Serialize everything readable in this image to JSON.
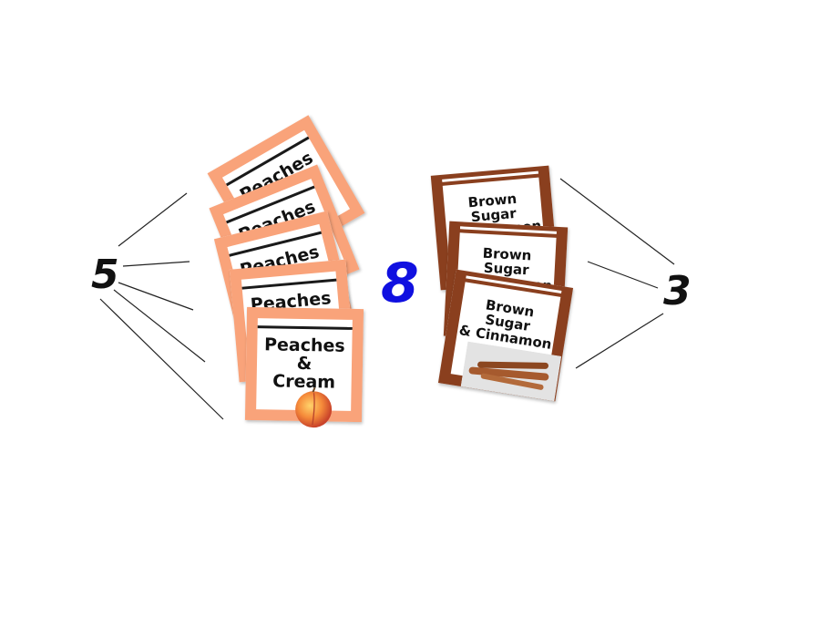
{
  "labels": {
    "left_count": "5",
    "total": "8",
    "right_count": "3"
  },
  "packets": {
    "peach": [
      "Peaches &",
      "Peaches &",
      "Peaches &",
      "Peaches &",
      "Peaches &\nCream"
    ],
    "brown": [
      "Brown Sugar\n& Cinnamon",
      "Brown Sugar\n& Cinnamon",
      "Brown Sugar\n& Cinnamon"
    ]
  },
  "colors": {
    "peach_border": "#f9a37a",
    "brown_border": "#8a3f1e",
    "total_text": "#1010e0",
    "count_text": "#111111"
  },
  "icons": {
    "peach_packet_image": "peach-fruit-icon",
    "brown_packet_image": "cinnamon-sticks-icon"
  }
}
